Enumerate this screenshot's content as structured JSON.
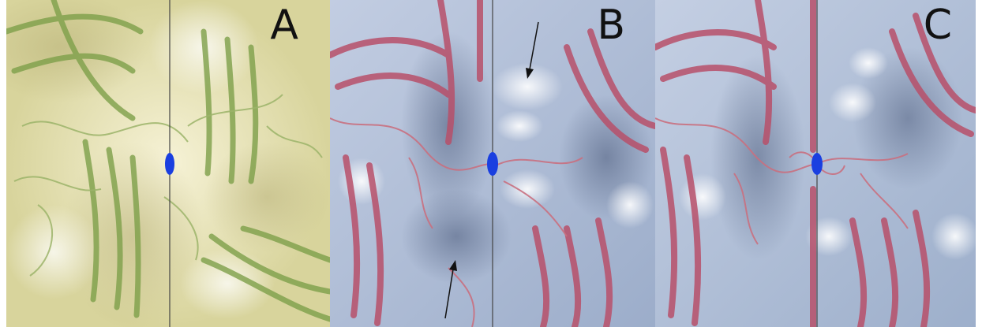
{
  "panels": [
    {
      "label": "A",
      "surface_color": "#e7e4b4",
      "ribbon_color": "#7ea04a"
    },
    {
      "label": "B",
      "surface_color": "#a9bad6",
      "ribbon_color": "#b8506a"
    },
    {
      "label": "C",
      "surface_color": "#a9bad6",
      "ribbon_color": "#b8506a"
    }
  ],
  "symmetry_axis_marker_color": "#1a3fe0"
}
